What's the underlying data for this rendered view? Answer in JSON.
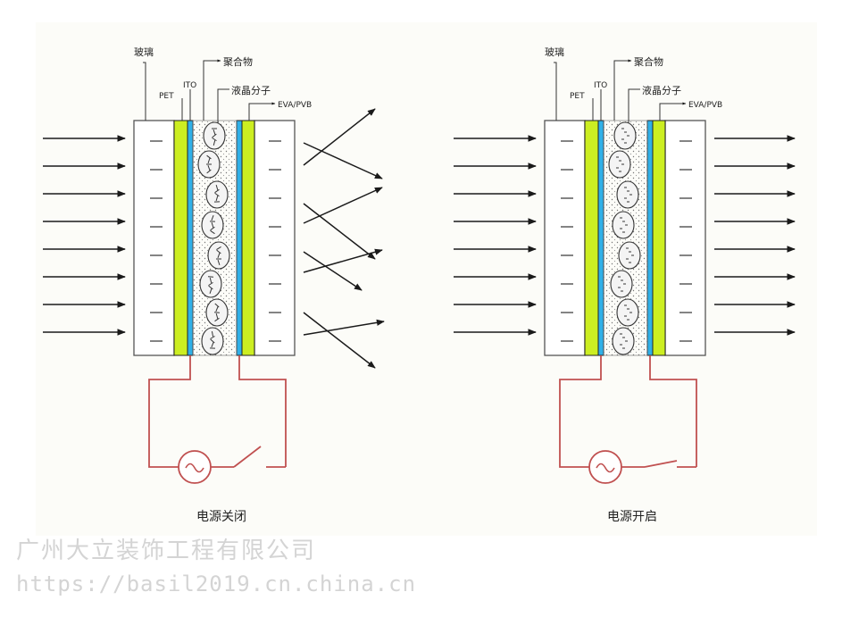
{
  "diagram": {
    "panels": [
      {
        "id": "off",
        "caption": "电源关闭",
        "labels": {
          "glass": "玻璃",
          "polymer": "聚合物",
          "ito": "ITO",
          "pet": "PET",
          "lc": "液晶分子",
          "eva": "EVA/PVB"
        },
        "light_state": "scattered",
        "switch_state": "open"
      },
      {
        "id": "on",
        "caption": "电源开启",
        "labels": {
          "glass": "玻璃",
          "polymer": "聚合物",
          "ito": "ITO",
          "pet": "PET",
          "lc": "液晶分子",
          "eva": "EVA/PVB"
        },
        "light_state": "transmitted",
        "switch_state": "closed"
      }
    ],
    "colors": {
      "pet_layer": "#ccee22",
      "ito_layer": "#30b0e8",
      "circuit": "#c05050",
      "arrow": "#1a1a1a",
      "glass_outline": "#555555"
    },
    "icons": [
      "ac-source-icon",
      "switch-icon",
      "arrow-icon"
    ]
  },
  "watermark": {
    "company": "广州大立装饰工程有限公司",
    "url": "https://basil2019.cn.china.cn"
  }
}
